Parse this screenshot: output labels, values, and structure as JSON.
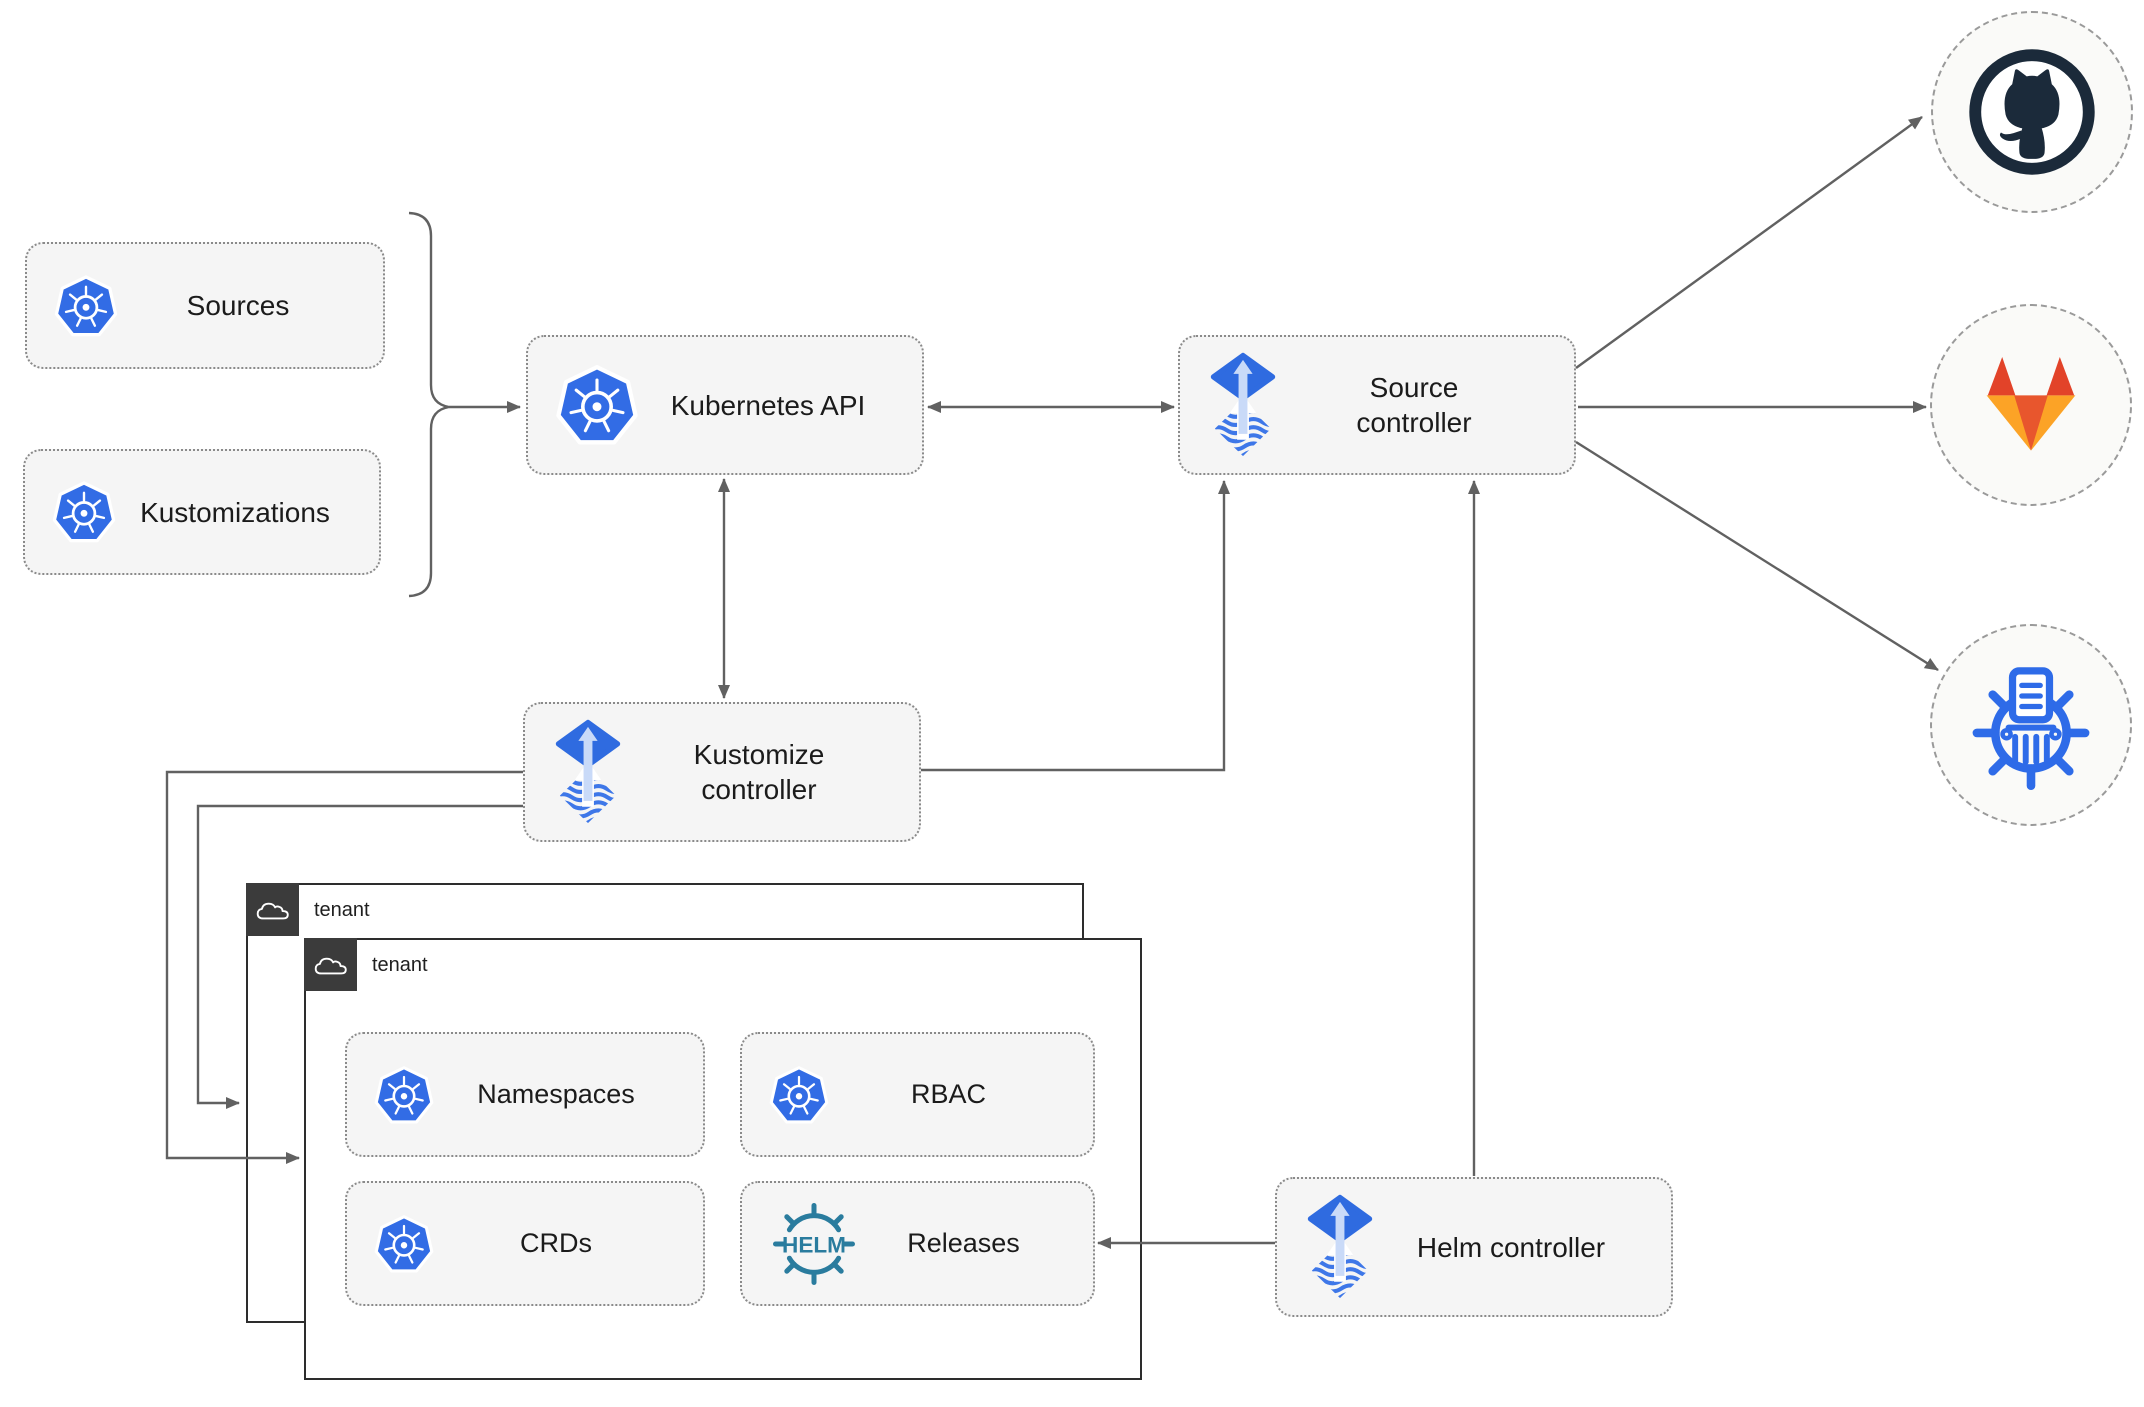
{
  "diagram": {
    "nodes": {
      "sources": {
        "label": "Sources",
        "icon": "kubernetes-icon"
      },
      "kustomizations": {
        "label": "Kustomizations",
        "icon": "kubernetes-icon"
      },
      "kubernetes_api": {
        "label": "Kubernetes API",
        "icon": "kubernetes-icon"
      },
      "source_controller": {
        "label": "Source controller",
        "icon": "flux-icon"
      },
      "kustomize_controller": {
        "label": "Kustomize controller",
        "icon": "flux-icon"
      },
      "helm_controller": {
        "label": "Helm controller",
        "icon": "flux-icon"
      },
      "tenant_back": {
        "label": "tenant",
        "icon": "cloud-icon"
      },
      "tenant_front": {
        "label": "tenant",
        "icon": "cloud-icon"
      },
      "namespaces": {
        "label": "Namespaces",
        "icon": "kubernetes-icon"
      },
      "rbac": {
        "label": "RBAC",
        "icon": "kubernetes-icon"
      },
      "crds": {
        "label": "CRDs",
        "icon": "kubernetes-icon"
      },
      "releases": {
        "label": "Releases",
        "icon": "helm-wheel-logo"
      }
    },
    "endpoints": {
      "github": {
        "icon": "github-octocat-icon"
      },
      "gitlab": {
        "icon": "gitlab-fox-icon"
      },
      "helm_repository": {
        "icon": "chartmuseum-wheel-columns-icon"
      }
    },
    "helm_logo_text": "HELM",
    "edges": [
      {
        "from": "sources+kustomizations",
        "to": "kubernetes_api",
        "arrows": "end",
        "note": "joined by brace"
      },
      {
        "from": "kubernetes_api",
        "to": "source_controller",
        "arrows": "both"
      },
      {
        "from": "kubernetes_api",
        "to": "kustomize_controller",
        "arrows": "both"
      },
      {
        "from": "kustomize_controller",
        "to": "source_controller",
        "arrows": "end"
      },
      {
        "from": "helm_controller",
        "to": "source_controller",
        "arrows": "end"
      },
      {
        "from": "source_controller",
        "to": "github",
        "arrows": "end"
      },
      {
        "from": "source_controller",
        "to": "gitlab",
        "arrows": "end"
      },
      {
        "from": "source_controller",
        "to": "helm_repository",
        "arrows": "end"
      },
      {
        "from": "kustomize_controller",
        "to": "tenant_front",
        "arrows": "end"
      },
      {
        "from": "kustomize_controller",
        "to": "tenant_back",
        "arrows": "end"
      },
      {
        "from": "helm_controller",
        "to": "releases",
        "arrows": "end"
      }
    ],
    "colors": {
      "kubernetes_blue": "#326CE5",
      "flux_blue": "#2F6BE0",
      "flux_light_arrow": "#C9DAF8",
      "helm_teal": "#2A7C9E",
      "github_dark": "#1B2A3A",
      "gitlab_red_orange": "#E24329",
      "gitlab_amber": "#FCA326",
      "arrow_gray": "#616161",
      "node_fill": "#F5F5F5",
      "node_border": "#8A8A8A",
      "tenant_tag_dark": "#3B3B3B",
      "tenant_border": "#2D2D2D",
      "endpoint_fill": "#FAFAF8"
    }
  }
}
